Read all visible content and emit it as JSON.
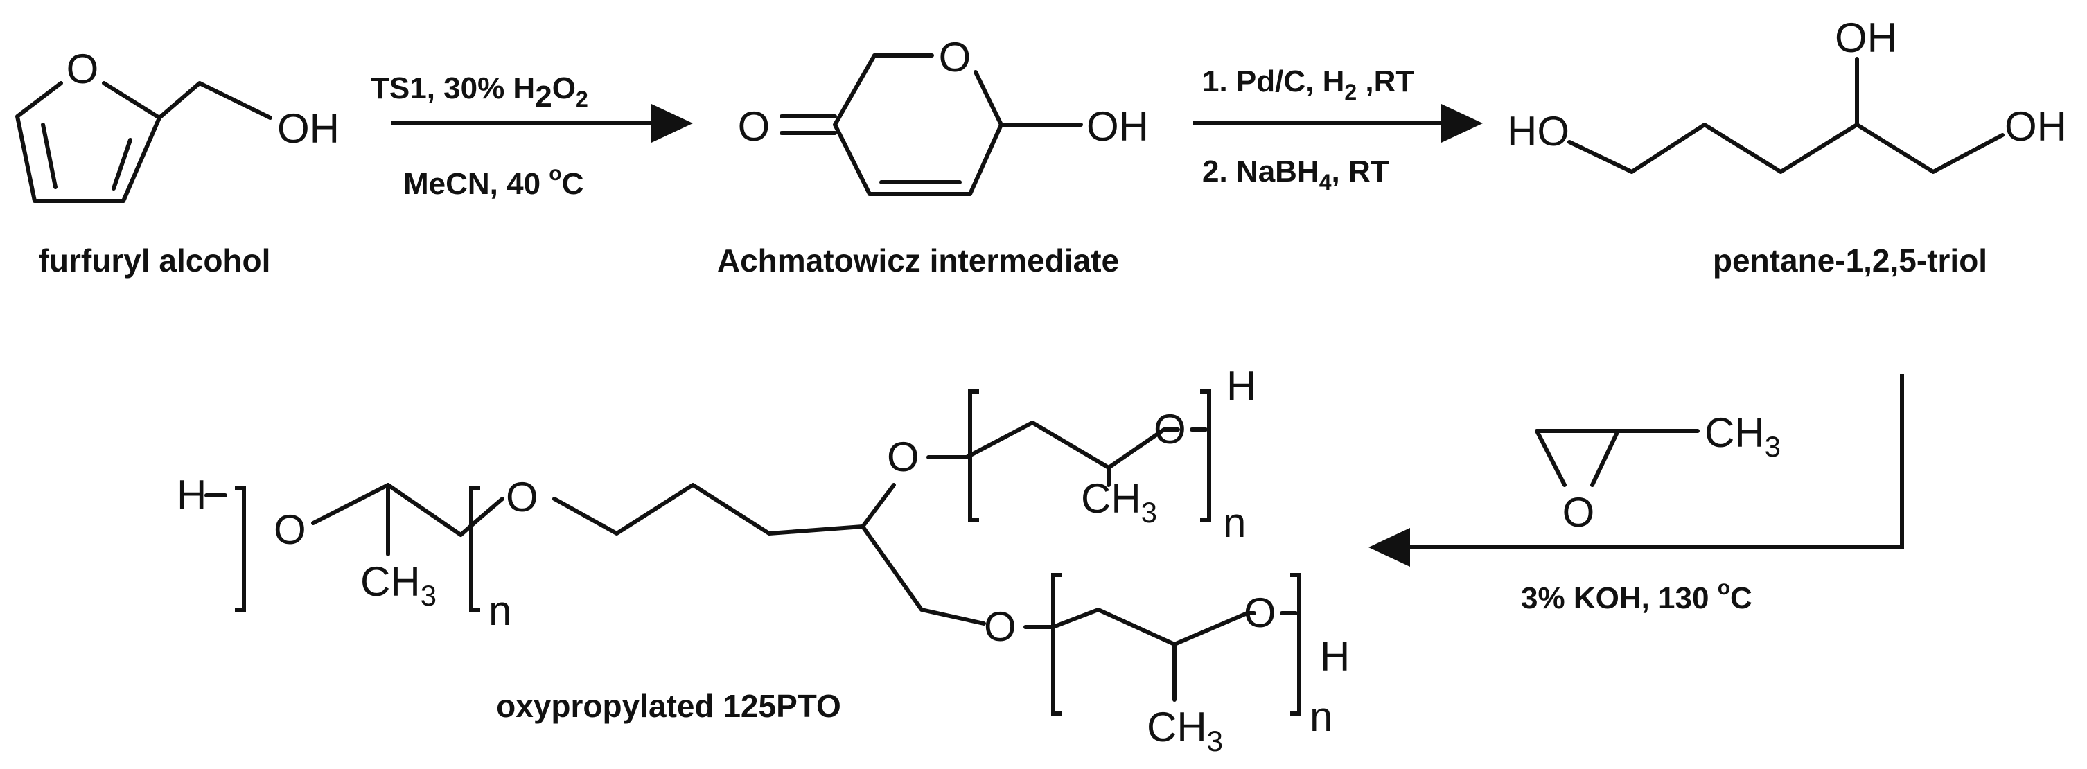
{
  "compounds": {
    "furfuryl": {
      "label": "furfuryl alcohol",
      "ring_O": "O",
      "OH": "OH"
    },
    "achmatowicz": {
      "label": "Achmatowicz intermediate",
      "ring_O": "O",
      "keto": "O",
      "OH": "OH"
    },
    "triol": {
      "label": "pentane-1,2,5-triol",
      "HO": "HO",
      "OH_top": "OH",
      "OH_right": "OH"
    },
    "oxypropylated": {
      "label": "oxypropylated 125PTO",
      "H": "H",
      "O": "O",
      "CH": "CH",
      "sub3": "3",
      "n": "n"
    },
    "propylene_oxide": {
      "O": "O",
      "CH": "CH",
      "sub3": "3"
    }
  },
  "step1": {
    "line1_a": "TS1, 30% H",
    "line1_sub": "2",
    "line1_b": "O",
    "line1_sub2": "2",
    "line2_a": "MeCN, 40 ",
    "line2_sup": "o",
    "line2_b": "C"
  },
  "step2": {
    "line1_a": "1. Pd/C, H",
    "line1_sub": "2",
    "line1_b": " ,RT",
    "line2_a": "2. NaBH",
    "line2_sub": "4",
    "line2_b": ", RT"
  },
  "step3": {
    "cond_a": "3% KOH, 130 ",
    "cond_sup": "o",
    "cond_b": "C"
  }
}
